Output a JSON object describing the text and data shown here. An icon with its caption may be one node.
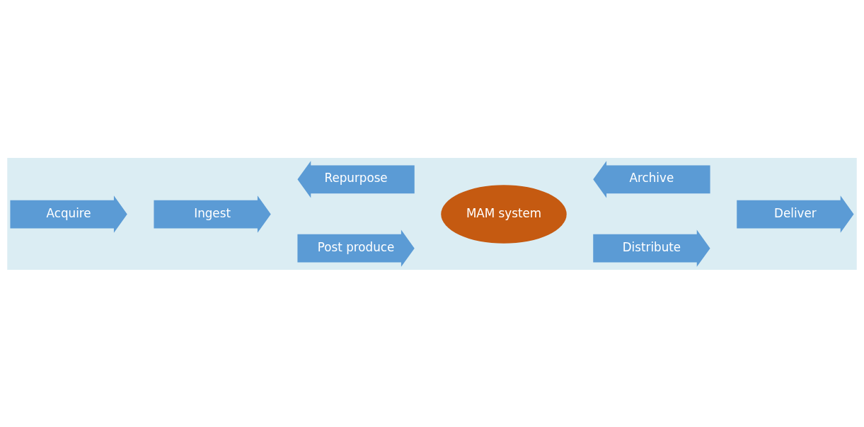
{
  "diagram": {
    "nodes": [
      {
        "text": [
          "Acquire"
        ]
      },
      {
        "text": [
          "Ingest"
        ]
      },
      {
        "text": [
          "Repurpose"
        ]
      },
      {
        "text": [
          "Archive"
        ]
      },
      {
        "text": [
          "MAM system"
        ]
      },
      {
        "text": [
          "Post produce"
        ]
      },
      {
        "text": [
          "Distribute"
        ]
      },
      {
        "text": [
          "Deliver"
        ]
      }
    ]
  }
}
